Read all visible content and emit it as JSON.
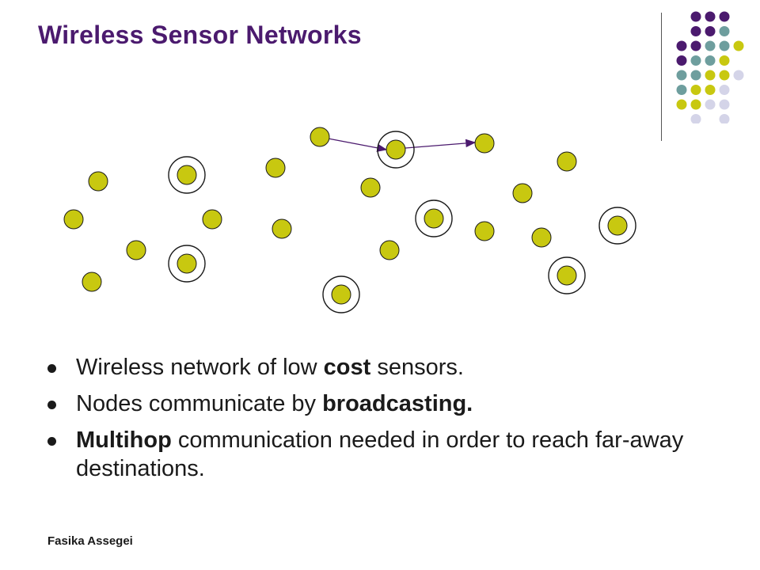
{
  "slide": {
    "title": "Wireless Sensor Networks",
    "footer": "Fasika Assegei"
  },
  "colors": {
    "title": "#4b1a6e",
    "node_fill": "#c8c810",
    "node_stroke": "#1a1a1a",
    "arrow": "#4b1a6e",
    "deco_purple": "#4b1a6e",
    "deco_teal": "#6e9e9e",
    "deco_yellow": "#c8c810",
    "deco_lavender": "#d4d4e8"
  },
  "bullets": [
    {
      "parts": [
        {
          "text": "Wireless network of low ",
          "bold": false
        },
        {
          "text": "cost",
          "bold": true
        },
        {
          "text": " sensors.",
          "bold": false
        }
      ]
    },
    {
      "parts": [
        {
          "text": "Nodes communicate by ",
          "bold": false
        },
        {
          "text": "broadcasting.",
          "bold": true
        }
      ]
    },
    {
      "parts": [
        {
          "text": "Multihop",
          "bold": true
        },
        {
          "text": " communication needed in order to reach far-away destinations.",
          "bold": false
        }
      ]
    }
  ]
}
